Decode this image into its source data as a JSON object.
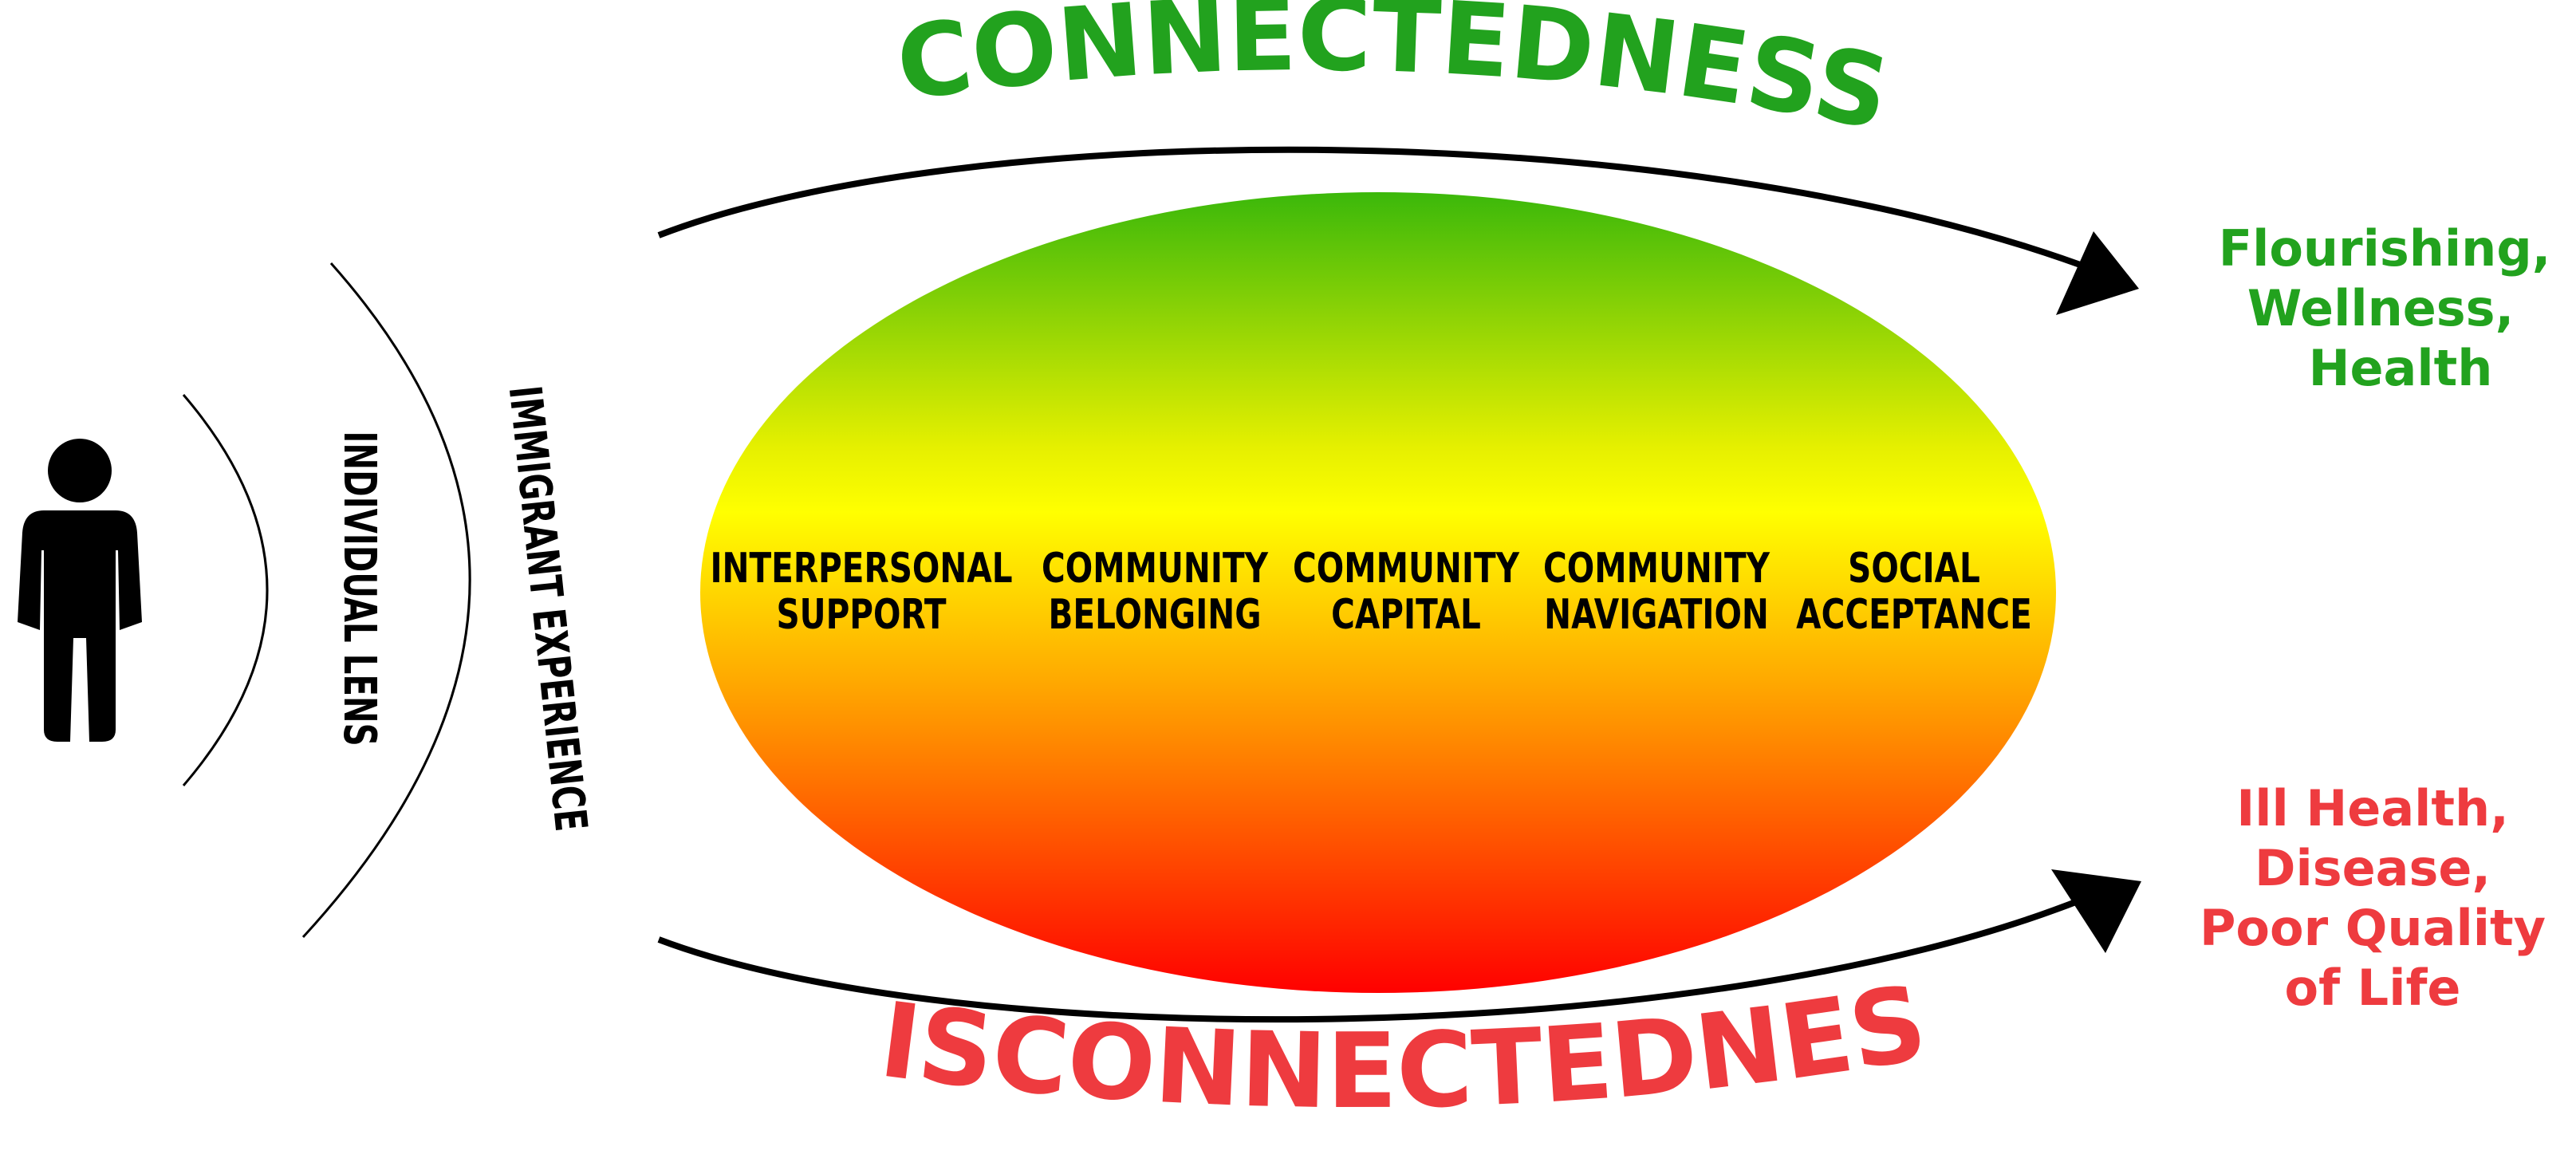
{
  "colors": {
    "green": "#22a21e",
    "red": "#ee3b3f",
    "black": "#000000",
    "ellipse_top": "#3bb80a",
    "ellipse_mid": "#ffff00",
    "ellipse_orange": "#ffa500",
    "ellipse_bottom": "#ff0000"
  },
  "person_icon": "person-icon",
  "lenses": {
    "inner": "INDIVIDUAL LENS",
    "outer": "IMMIGRANT EXPERIENCE"
  },
  "connectedness": {
    "label": "CONNECTEDNESS",
    "outcome_lines": [
      "Flourishing,",
      "Wellness,",
      "Health"
    ]
  },
  "disconnectedness": {
    "label": "DISCONNECTEDNESS",
    "outcome_lines": [
      "Ill Health,",
      "Disease,",
      "Poor Quality",
      "of Life"
    ]
  },
  "factors": [
    {
      "line1": "INTERPERSONAL",
      "line2": "SUPPORT"
    },
    {
      "line1": "COMMUNITY",
      "line2": "BELONGING"
    },
    {
      "line1": "COMMUNITY",
      "line2": "CAPITAL"
    },
    {
      "line1": "COMMUNITY",
      "line2": "NAVIGATION"
    },
    {
      "line1": "SOCIAL",
      "line2": "ACCEPTANCE"
    }
  ]
}
